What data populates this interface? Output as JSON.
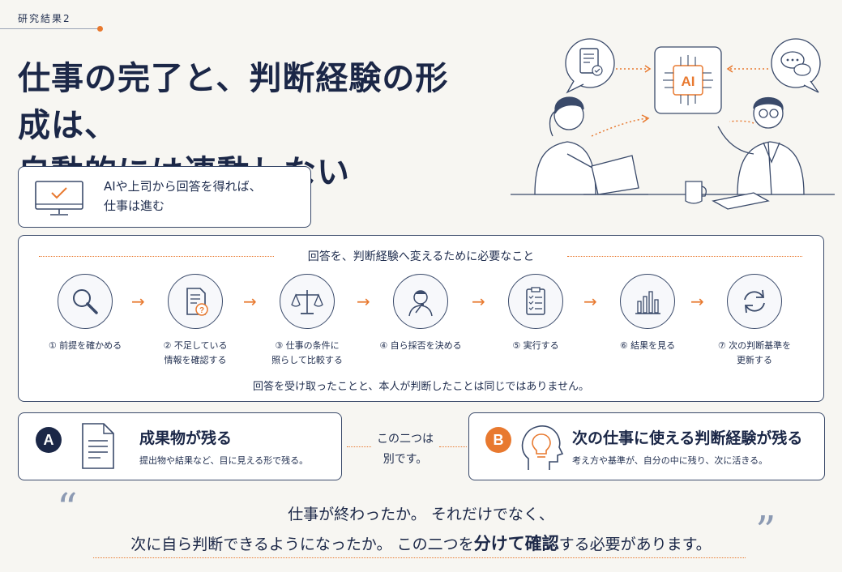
{
  "header": {
    "label": "研究結果2"
  },
  "title": {
    "line1": "仕事の完了と、判断経験の形成は、",
    "line2": "自動的には連動しない"
  },
  "illustration": {
    "ai_label": "AI"
  },
  "top_card": {
    "line1": "AIや上司から回答を得れば、",
    "line2": "仕事は進む",
    "icon": "monitor-check-icon"
  },
  "steps": {
    "heading": "回答を、判断経験へ変えるために必要なこと",
    "items": [
      {
        "line1": "① 前提を確かめる",
        "line2": "",
        "icon": "magnifier-icon"
      },
      {
        "line1": "② 不足している",
        "line2": "情報を確認する",
        "icon": "document-question-icon"
      },
      {
        "line1": "③ 仕事の条件に",
        "line2": "照らして比較する",
        "icon": "scale-icon"
      },
      {
        "line1": "④ 自ら採否を決める",
        "line2": "",
        "icon": "thinking-person-icon"
      },
      {
        "line1": "⑤ 実行する",
        "line2": "",
        "icon": "checklist-icon"
      },
      {
        "line1": "⑥ 結果を見る",
        "line2": "",
        "icon": "bar-chart-icon"
      },
      {
        "line1": "⑦ 次の判断基準を",
        "line2": "更新する",
        "icon": "refresh-icon"
      }
    ],
    "footer": "回答を受け取ったことと、本人が判断したことは同じではありません。"
  },
  "card_a": {
    "badge": "A",
    "title": "成果物が残る",
    "sub": "提出物や結果など、目に見える形で残る。"
  },
  "middle": {
    "line1": "この二つは",
    "line2": "別です。"
  },
  "card_b": {
    "badge": "B",
    "title": "次の仕事に使える判断経験が残る",
    "sub": "考え方や基準が、自分の中に残り、次に活きる。"
  },
  "quote": {
    "line1": "仕事が終わったか。 それだけでなく、",
    "line2_a": "次に自ら判断できるようになったか。 この二つを",
    "line2_b": "分けて確認",
    "line2_c": "する必要があります。"
  },
  "colors": {
    "accent": "#e8792f",
    "navy": "#1b2747",
    "background": "#f7f6f2"
  }
}
